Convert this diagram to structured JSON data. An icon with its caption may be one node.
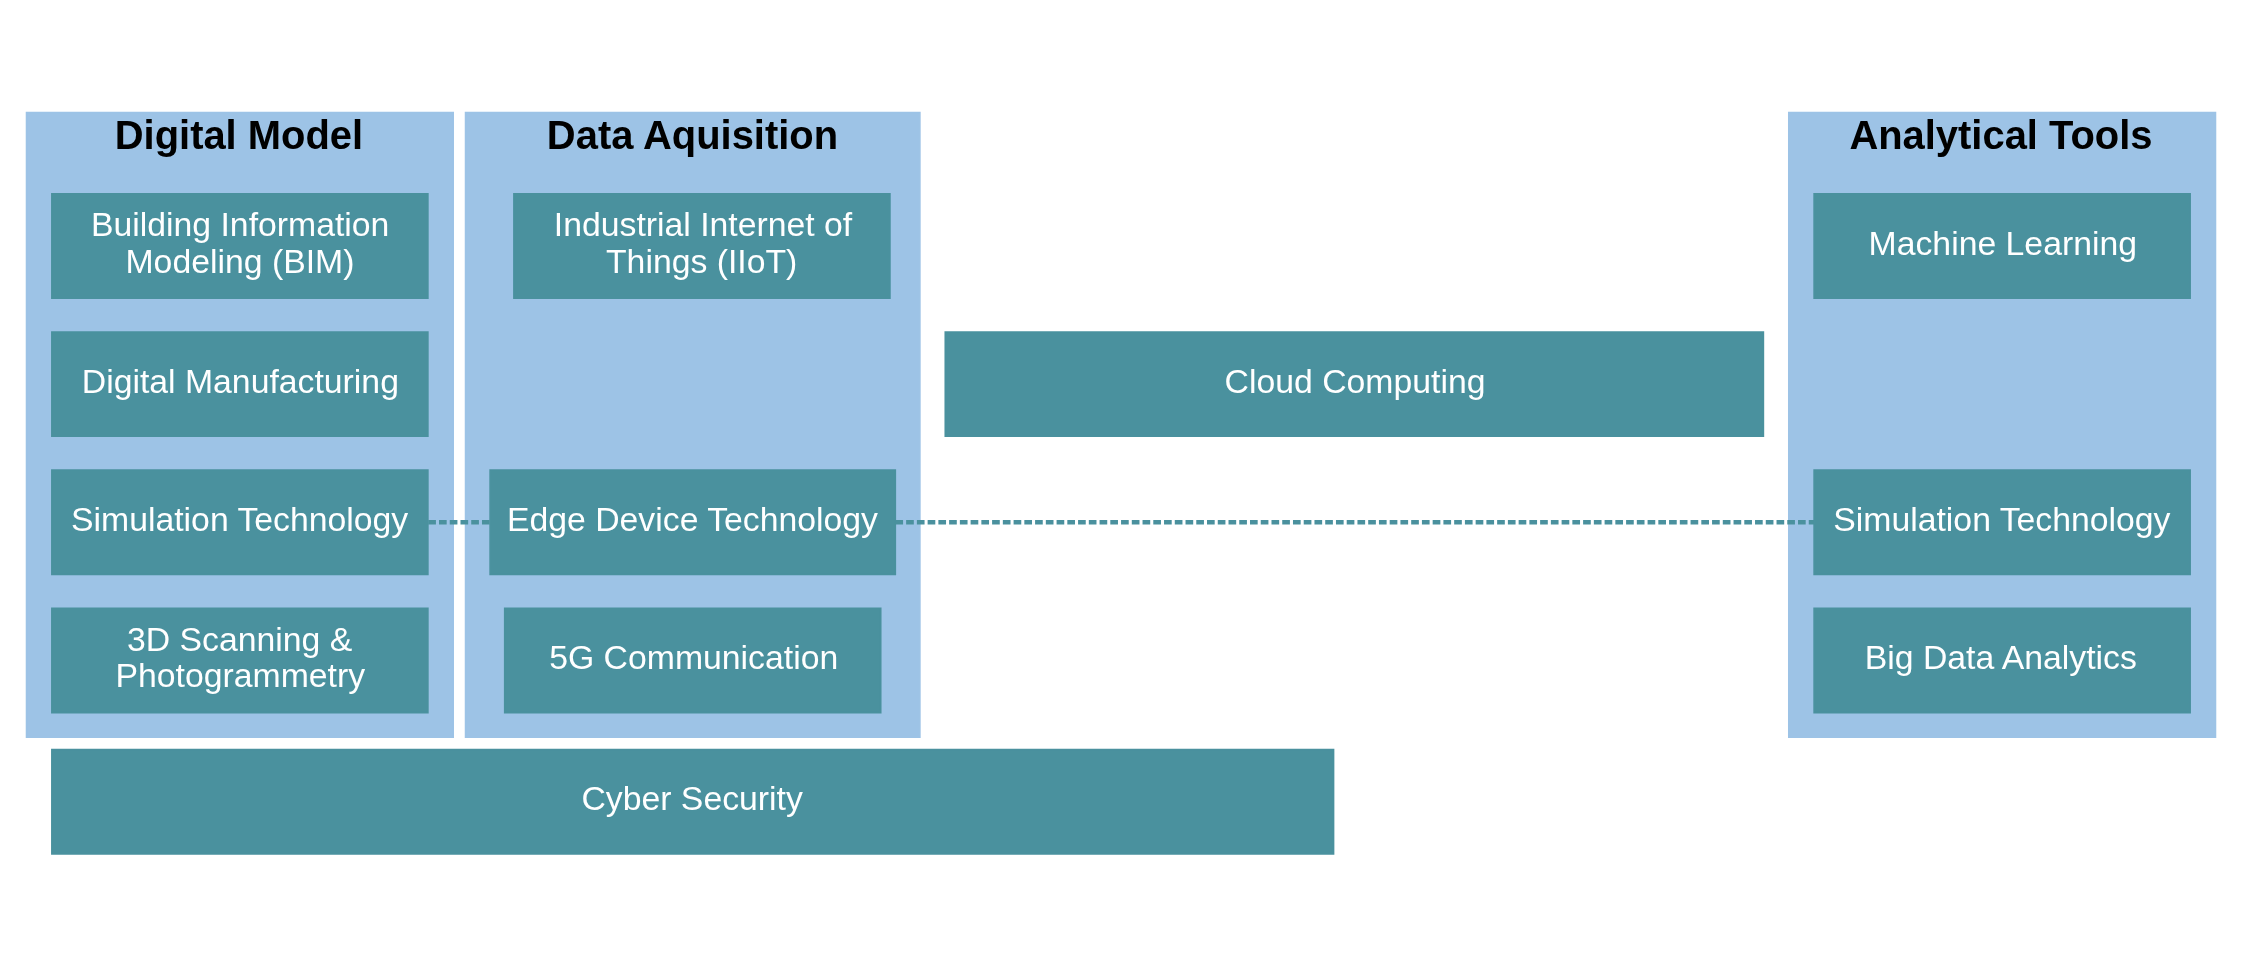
{
  "diagram": {
    "nodes": [
      {
        "text": [
          "Digital Model"
        ]
      },
      {
        "text": [
          "Building Information Modeling (BIM)"
        ],
        "in": 0
      },
      {
        "text": [
          "Digital Manufacturing"
        ],
        "in": 0
      },
      {
        "text": [
          "Simulation Technology"
        ],
        "in": 0
      },
      {
        "text": [
          "3D Scanning & Photogrammetry"
        ],
        "in": 0
      },
      {
        "text": [
          "Data Aquisition"
        ]
      },
      {
        "text": [
          "Industrial Internet of Things (IIoT)"
        ],
        "in": 5
      },
      {
        "text": [
          "Edge Device Technology"
        ],
        "in": 5
      },
      {
        "text": [
          "5G Communication"
        ],
        "in": 5
      },
      {
        "text": [
          "Analytical Tools"
        ]
      },
      {
        "text": [
          "Machine Learning"
        ],
        "in": 9
      },
      {
        "text": [
          "Simulation Technology"
        ],
        "in": 9
      },
      {
        "text": [
          "Big Data Analytics"
        ],
        "in": 9
      },
      {
        "text": [
          "Cloud Computing"
        ]
      },
      {
        "text": [
          "Cyber Security"
        ]
      }
    ],
    "edges": [
      {
        "from": 3,
        "to": 7,
        "arrow": "none",
        "style": "dashed"
      },
      {
        "from": 7,
        "to": 11,
        "arrow": "none",
        "style": "dashed"
      }
    ]
  }
}
